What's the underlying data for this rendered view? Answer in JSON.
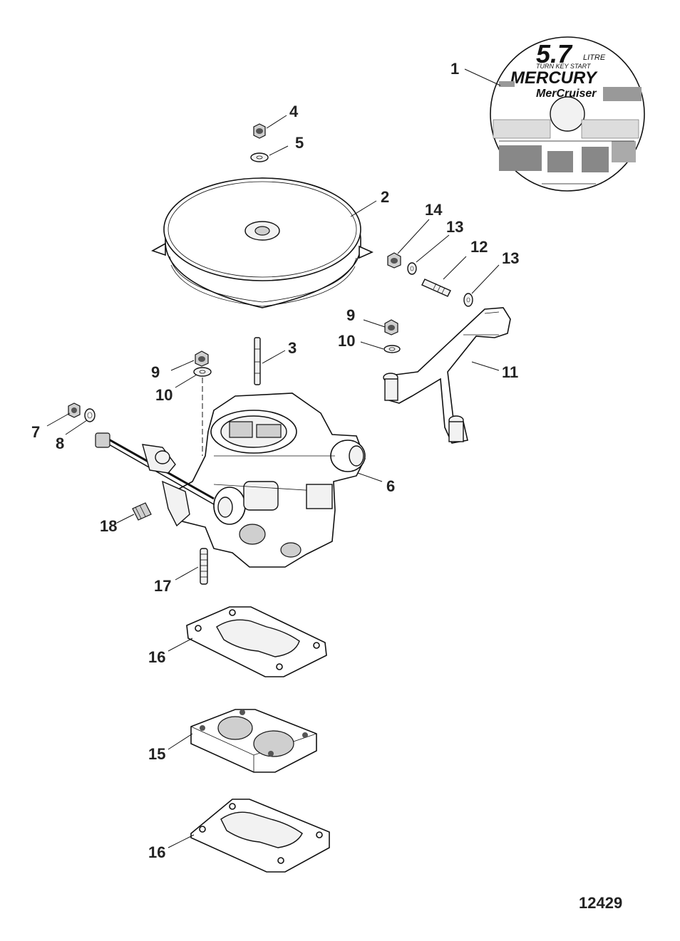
{
  "figure": {
    "number": "12429"
  },
  "decal": {
    "size": "5.7",
    "litre": "LITRE",
    "subtitle": "TURN KEY START",
    "brand": "MERCURY",
    "product": "MerCruiser"
  },
  "callouts": [
    {
      "id": "c1",
      "text": "1"
    },
    {
      "id": "c2",
      "text": "2"
    },
    {
      "id": "c3",
      "text": "3"
    },
    {
      "id": "c4",
      "text": "4"
    },
    {
      "id": "c5",
      "text": "5"
    },
    {
      "id": "c6",
      "text": "6"
    },
    {
      "id": "c7",
      "text": "7"
    },
    {
      "id": "c8",
      "text": "8"
    },
    {
      "id": "c9a",
      "text": "9"
    },
    {
      "id": "c9b",
      "text": "9"
    },
    {
      "id": "c10a",
      "text": "10"
    },
    {
      "id": "c10b",
      "text": "10"
    },
    {
      "id": "c11",
      "text": "11"
    },
    {
      "id": "c12",
      "text": "12"
    },
    {
      "id": "c13a",
      "text": "13"
    },
    {
      "id": "c13b",
      "text": "13"
    },
    {
      "id": "c14",
      "text": "14"
    },
    {
      "id": "c15",
      "text": "15"
    },
    {
      "id": "c16a",
      "text": "16"
    },
    {
      "id": "c16b",
      "text": "16"
    },
    {
      "id": "c17",
      "text": "17"
    },
    {
      "id": "c18",
      "text": "18"
    }
  ]
}
